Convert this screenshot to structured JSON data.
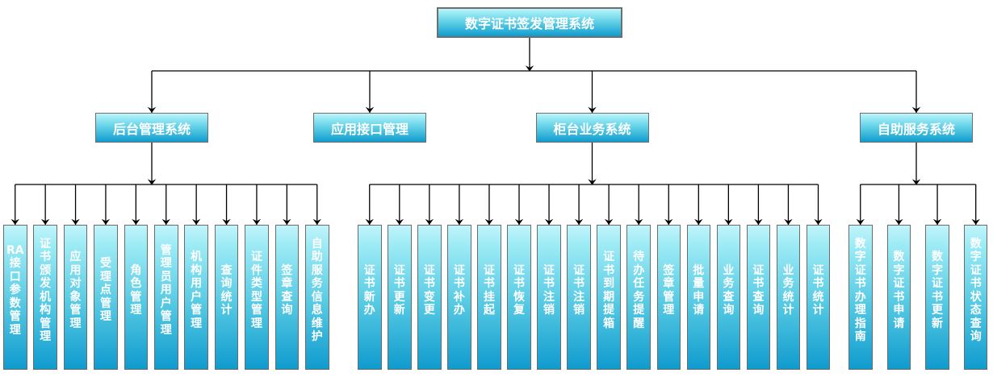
{
  "page_title": "数字证书签发管理系统",
  "colors": {
    "background": "#ffffff",
    "node_gradient_top": "#c2f4fb",
    "node_gradient_bottom": "#109bce",
    "node_border": "#6e6e6e",
    "node_text": "#ffffff",
    "connector_line": "#000000"
  },
  "root": {
    "label": "数字证书签发管理系统"
  },
  "branches": [
    {
      "label": "后台管理系统",
      "children": [
        "RA接口参数管理",
        "证书颁发机构管理",
        "应用对象管理",
        "受理点管理",
        "角色管理",
        "管理员用户管理",
        "机构用户管理",
        "查询统计",
        "证件类型管理",
        "签章查询",
        "自助服务信息维护"
      ]
    },
    {
      "label": "应用接口管理",
      "children": []
    },
    {
      "label": "柜台业务系统",
      "children": [
        "证书新办",
        "证书更新",
        "证书变更",
        "证书补办",
        "证书挂起",
        "证书恢复",
        "证书注销",
        "证书注销",
        "证书到期提箱",
        "待办任务提醒",
        "签章管理",
        "批量申请",
        "业务查询",
        "证书查询",
        "业务统计",
        "证书统计"
      ]
    },
    {
      "label": "自助服务系统",
      "children": [
        "数字证书办理指南",
        "数字证书申请",
        "数字证书更新",
        "数字证书状态查询"
      ]
    }
  ]
}
